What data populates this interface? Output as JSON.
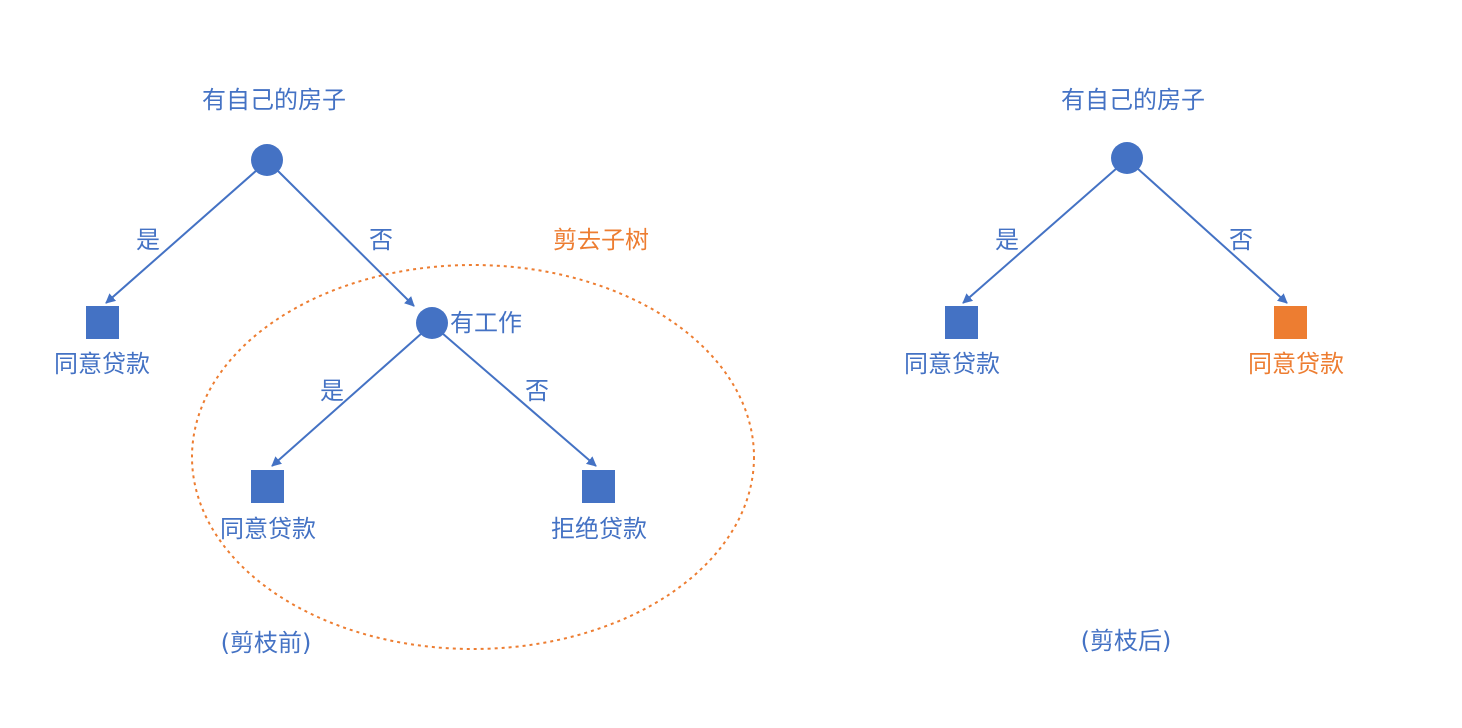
{
  "colors": {
    "primary": "#4472C4",
    "highlight": "#ED7D31"
  },
  "before": {
    "root_label": "有自己的房子",
    "edge_yes": "是",
    "edge_no": "否",
    "leaf_left_label": "同意贷款",
    "sub_root_label": "有工作",
    "sub_edge_yes": "是",
    "sub_edge_no": "否",
    "sub_leaf_left_label": "同意贷款",
    "sub_leaf_right_label": "拒绝贷款",
    "pruned_label": "剪去子树",
    "caption": "(剪枝前)"
  },
  "after": {
    "root_label": "有自己的房子",
    "edge_yes": "是",
    "edge_no": "否",
    "leaf_left_label": "同意贷款",
    "leaf_right_label": "同意贷款",
    "caption": "(剪枝后)"
  }
}
